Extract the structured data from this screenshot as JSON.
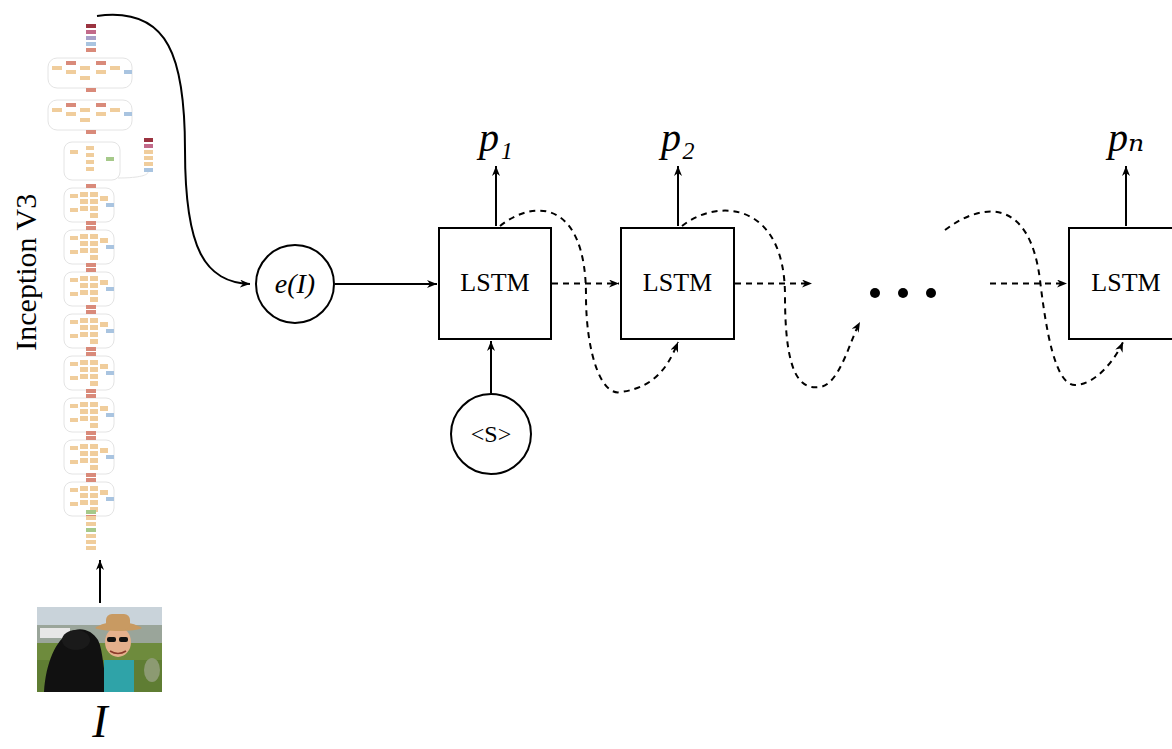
{
  "diagram": {
    "nodes": [
      {
        "text": [
          "e(I)"
        ]
      },
      {
        "text": [
          "LSTM"
        ]
      },
      {
        "text": [
          "<S>"
        ]
      },
      {
        "text": [
          "LSTM"
        ]
      },
      {
        "text": [
          "LSTM"
        ]
      }
    ],
    "edges": [
      {
        "from": 0,
        "to": 1,
        "arrow": "to"
      },
      {
        "from": 2,
        "to": 1,
        "arrow": "to"
      },
      {
        "from": 1,
        "to": 3,
        "arrow": "to"
      },
      {
        "from": 1,
        "to": 3,
        "arrow": "to"
      },
      {
        "from": 3,
        "to": 4,
        "arrow": "to"
      },
      {
        "from": 3,
        "to": 4,
        "arrow": "to"
      }
    ],
    "labels": [
      "Inception V3",
      "p₁",
      "p₂",
      "pₙ",
      "I"
    ]
  }
}
